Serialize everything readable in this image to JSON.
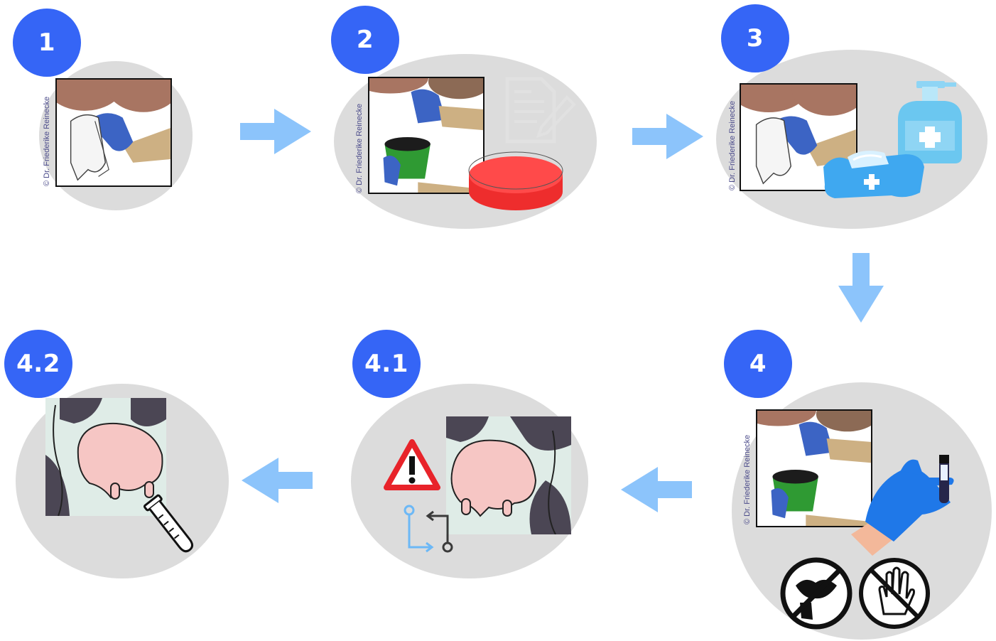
{
  "credit": "© Dr. Friederike Reinecke",
  "colors": {
    "badge": "#3565f6",
    "arrow": "#8cc4fb",
    "panel": "#dcdcdc",
    "petri": "#f23b3b",
    "glove": "#3a6fd6"
  },
  "steps": [
    {
      "label": "1"
    },
    {
      "label": "2"
    },
    {
      "label": "3"
    },
    {
      "label": "4"
    },
    {
      "label": "4.1"
    },
    {
      "label": "4.2"
    }
  ],
  "icons": {
    "step1": [
      "udder-cleaning-cloth-photo"
    ],
    "step2": [
      "foremilk-strip-cup-photo",
      "document-pen-icon",
      "petri-dish-icon"
    ],
    "step3": [
      "teat-wiping-photo",
      "sanitizer-bottle-icon",
      "wet-wipes-icon"
    ],
    "step4": [
      "milk-sampling-photo",
      "sample-tube-gloved-hand-icon",
      "no-teat-contact-icon",
      "no-hand-touch-icon"
    ],
    "step4_1": [
      "warning-icon",
      "udder-illustration",
      "change-order-icon"
    ],
    "step4_2": [
      "udder-illustration",
      "test-tube-icon"
    ]
  }
}
